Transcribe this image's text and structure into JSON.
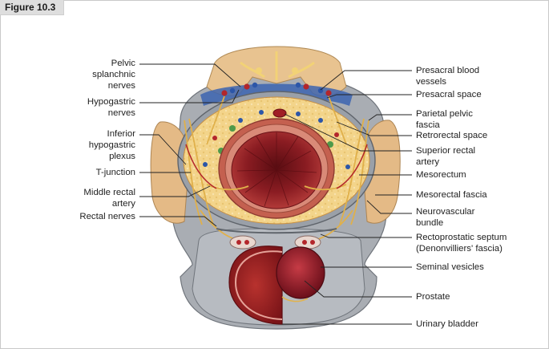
{
  "figure_label": "Figure 10.3",
  "labels_left": [
    {
      "id": "pelvic-splanchnic-nerves",
      "text": "Pelvic\nsplanchnic\nnerves"
    },
    {
      "id": "hypogastric-nerves",
      "text": "Hypogastric\nnerves"
    },
    {
      "id": "inferior-hypogastric-plexus",
      "text": "Inferior\nhypogastric\nplexus"
    },
    {
      "id": "t-junction",
      "text": "T-junction"
    },
    {
      "id": "middle-rectal-artery",
      "text": "Middle rectal\nartery"
    },
    {
      "id": "rectal-nerves",
      "text": "Rectal nerves"
    }
  ],
  "labels_right": [
    {
      "id": "presacral-blood-vessels",
      "text": "Presacral blood\nvessels"
    },
    {
      "id": "presacral-space",
      "text": "Presacral space"
    },
    {
      "id": "parietal-pelvic-fascia",
      "text": "Parietal pelvic\nfascia"
    },
    {
      "id": "retrorectal-space",
      "text": "Retrorectal space"
    },
    {
      "id": "superior-rectal-artery",
      "text": "Superior rectal\nartery"
    },
    {
      "id": "mesorectum",
      "text": "Mesorectum"
    },
    {
      "id": "mesorectal-fascia",
      "text": "Mesorectal fascia"
    },
    {
      "id": "neurovascular-bundle",
      "text": "Neurovascular\nbundle"
    },
    {
      "id": "rectoprostatic-septum",
      "text": "Rectoprostatic septum\n(Denonvilliers' fascia)"
    },
    {
      "id": "seminal-vesicles",
      "text": "Seminal vesicles"
    },
    {
      "id": "prostate",
      "text": "Prostate"
    },
    {
      "id": "urinary-bladder",
      "text": "Urinary bladder"
    }
  ],
  "colors": {
    "fat": "#f3d58c",
    "rectal-wall": "#c85a4e",
    "rectal-lumen": "#8a1c22",
    "fascia": "#8e949c",
    "bone": "#e6bf8a",
    "vessel-blue": "#2c56a8",
    "vessel-red": "#b3262b",
    "nerve": "#e5b94a"
  }
}
